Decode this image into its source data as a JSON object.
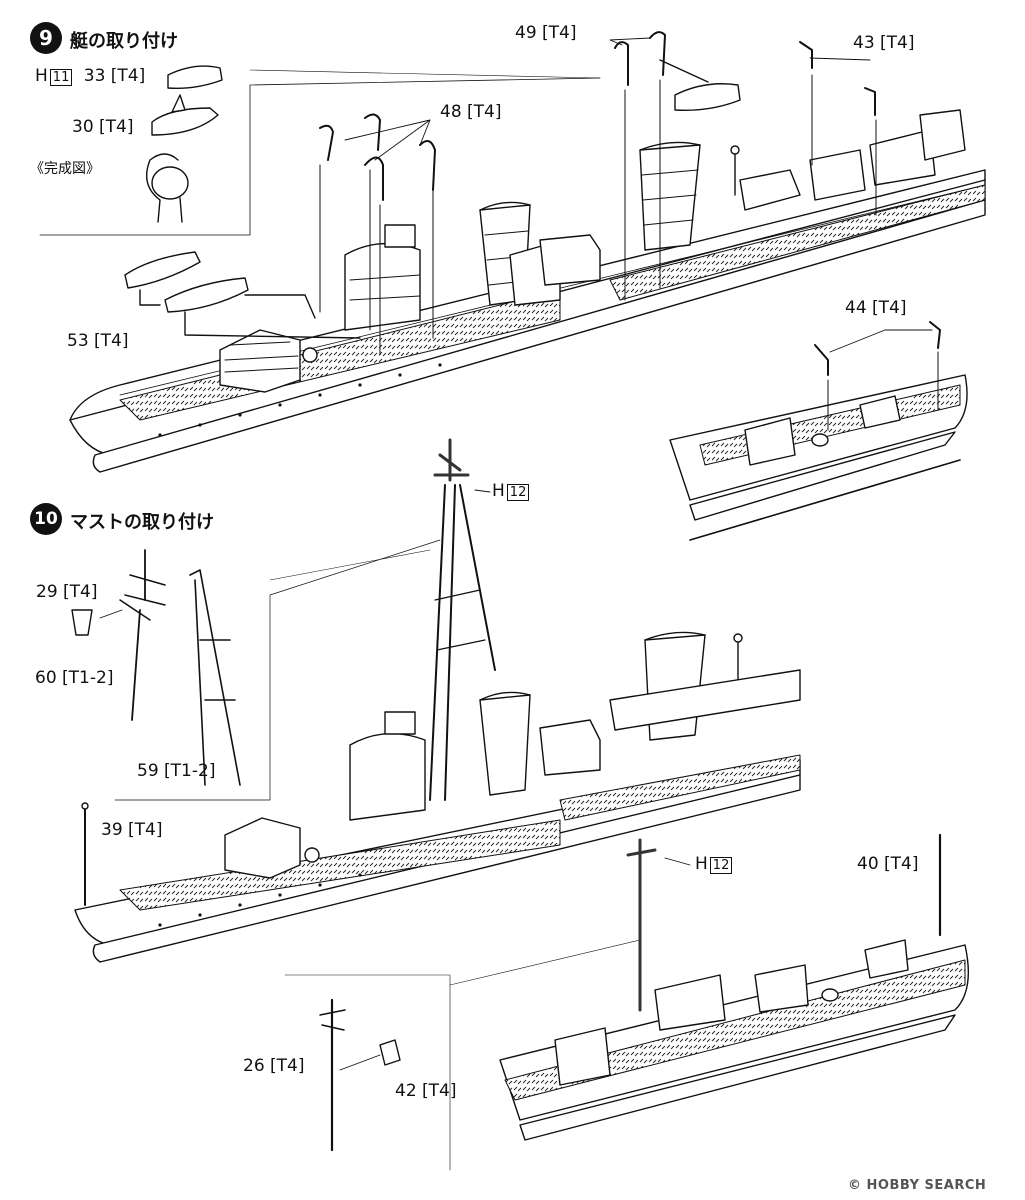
{
  "step9": {
    "number": "9",
    "title": "艇の取り付け",
    "completed_note": "《完成図》",
    "parts": {
      "p33": {
        "prefix": "H",
        "box": "11",
        "text": "33 [T4]"
      },
      "p30": "30 [T4]",
      "p48": "48 [T4]",
      "p49": "49 [T4]",
      "p43": "43 [T4]",
      "p53": "53 [T4]",
      "p44": "44 [T4]"
    }
  },
  "step10": {
    "number": "10",
    "title": "マストの取り付け",
    "parts": {
      "p29": "29 [T4]",
      "p60": "60 [T1-2]",
      "p59": "59 [T1-2]",
      "p39": "39 [T4]",
      "p40": "40 [T4]",
      "p26": "26 [T4]",
      "p42": "42 [T4]",
      "mast_top": {
        "prefix": "H",
        "box": "12"
      },
      "mast_rear": {
        "prefix": "H",
        "box": "12"
      }
    }
  },
  "watermark": "HOBBY SEARCH",
  "copyright": "©"
}
